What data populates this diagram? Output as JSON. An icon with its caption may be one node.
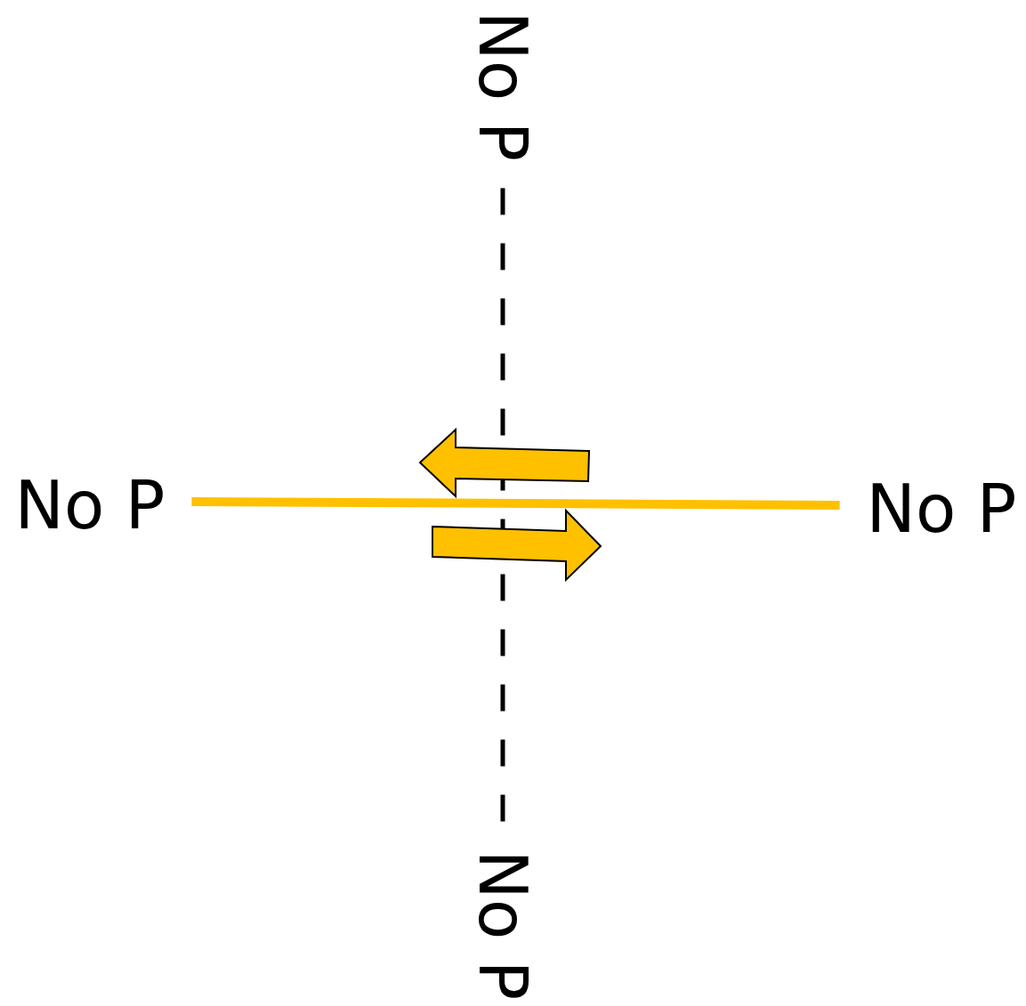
{
  "diagram": {
    "nodes": [
      {
        "text": [
          "No P"
        ]
      },
      {
        "text": [
          "No P"
        ]
      },
      {
        "text": [
          "No P"
        ]
      },
      {
        "text": [
          "No P"
        ]
      }
    ],
    "edges": [
      {
        "from": 0,
        "to": 3,
        "arrow": "none",
        "style": "dashed"
      },
      {
        "from": 1,
        "to": 2,
        "arrow": "none",
        "style": "thick",
        "color": "#ffc000"
      }
    ]
  }
}
